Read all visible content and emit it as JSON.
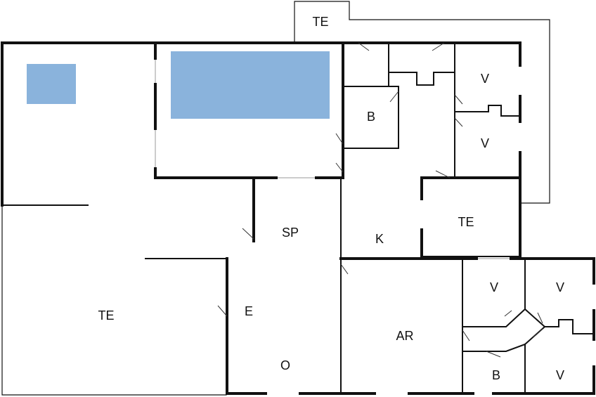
{
  "plan": {
    "water_color": "#8ab3dc",
    "rooms": [
      {
        "key": "te_top",
        "label": "TE"
      },
      {
        "key": "v1",
        "label": "V"
      },
      {
        "key": "v2",
        "label": "V"
      },
      {
        "key": "b1",
        "label": "B"
      },
      {
        "key": "sp",
        "label": "SP"
      },
      {
        "key": "k",
        "label": "K"
      },
      {
        "key": "te_mid",
        "label": "TE"
      },
      {
        "key": "te_left",
        "label": "TE"
      },
      {
        "key": "e",
        "label": "E"
      },
      {
        "key": "o",
        "label": "O"
      },
      {
        "key": "ar",
        "label": "AR"
      },
      {
        "key": "v3",
        "label": "V"
      },
      {
        "key": "v4",
        "label": "V"
      },
      {
        "key": "b2",
        "label": "B"
      },
      {
        "key": "v5",
        "label": "V"
      }
    ]
  }
}
